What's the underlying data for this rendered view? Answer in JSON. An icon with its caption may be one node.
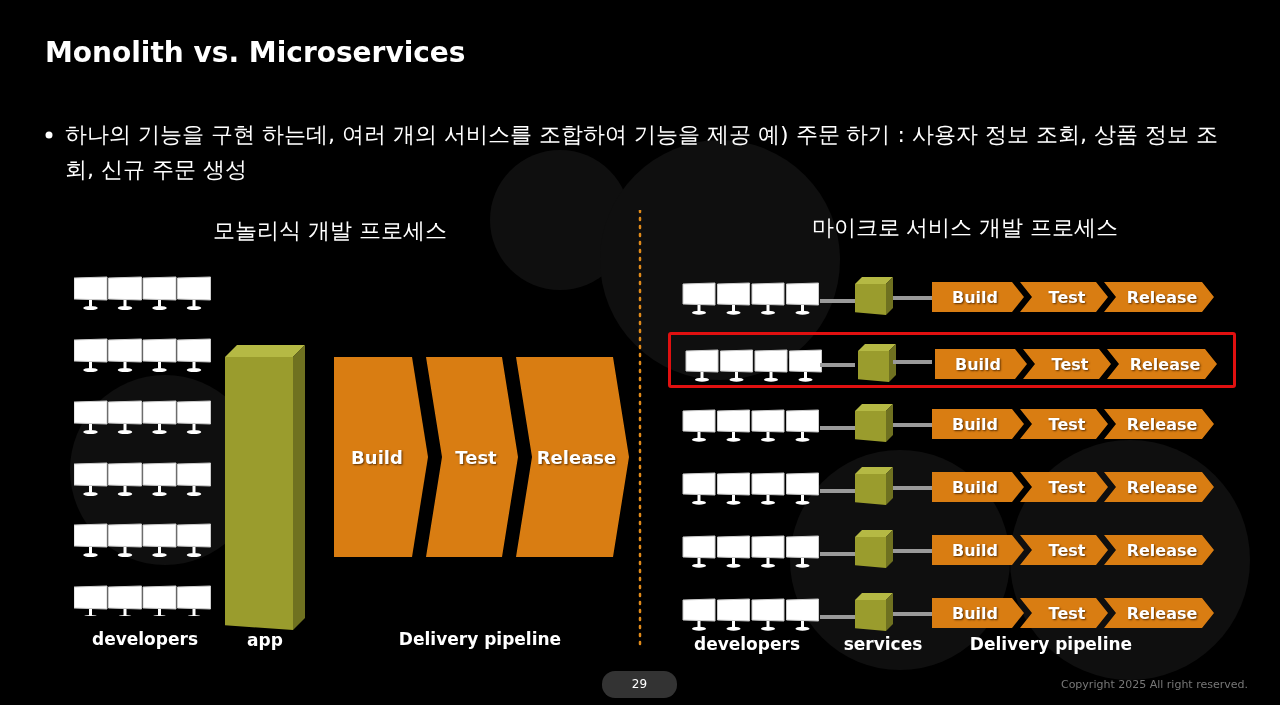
{
  "diagram": {
    "title": "Monolith vs. Microservices",
    "nodes": [
      {
        "text": [],
        "shape": "box",
        "beside": [
          "app"
        ]
      },
      {
        "text": [
          "Build"
        ]
      },
      {
        "text": [
          "Test"
        ]
      },
      {
        "text": [
          "Release"
        ]
      },
      {
        "text": [],
        "shape": "picture"
      },
      {
        "text": [],
        "shape": "box"
      },
      {
        "text": [
          "Build"
        ]
      },
      {
        "text": [
          "Test"
        ]
      },
      {
        "text": [
          "Release"
        ]
      },
      {
        "text": [],
        "shape": "box"
      },
      {
        "text": [],
        "shape": "picture",
        "in": 9
      },
      {
        "text": [],
        "shape": "box",
        "in": 9
      },
      {
        "text": [
          "Build"
        ],
        "in": 9
      },
      {
        "text": [
          "Test"
        ],
        "in": 9
      },
      {
        "text": [
          "Release"
        ],
        "in": 9
      },
      {
        "text": [],
        "shape": "picture"
      },
      {
        "text": [],
        "shape": "box"
      },
      {
        "text": [
          "Build"
        ]
      },
      {
        "text": [
          "Test"
        ]
      },
      {
        "text": [
          "Release"
        ]
      },
      {
        "text": [],
        "shape": "picture"
      },
      {
        "text": [],
        "shape": "box"
      },
      {
        "text": [
          "Build"
        ]
      },
      {
        "text": [
          "Test"
        ]
      },
      {
        "text": [
          "Release"
        ]
      },
      {
        "text": [],
        "shape": "picture"
      },
      {
        "text": [],
        "shape": "box"
      },
      {
        "text": [
          "Build"
        ]
      },
      {
        "text": [
          "Test"
        ]
      },
      {
        "text": [
          "Release"
        ]
      },
      {
        "text": [],
        "shape": "picture"
      },
      {
        "text": [],
        "shape": "box"
      },
      {
        "text": [
          "Build"
        ]
      },
      {
        "text": [
          "Test"
        ]
      },
      {
        "text": [
          "Release"
        ]
      }
    ],
    "edges": [
      {
        "from": 4,
        "to": 5,
        "arrow": "none"
      },
      {
        "from": 5,
        "to": 6,
        "arrow": "none"
      },
      {
        "from": 10,
        "to": 11,
        "arrow": "none"
      },
      {
        "from": 11,
        "to": 12,
        "arrow": "none"
      },
      {
        "from": 15,
        "to": 16,
        "arrow": "none"
      },
      {
        "from": 16,
        "to": 17,
        "arrow": "none"
      },
      {
        "from": 20,
        "to": 21,
        "arrow": "none"
      },
      {
        "from": 21,
        "to": 22,
        "arrow": "none"
      },
      {
        "from": 25,
        "to": 26,
        "arrow": "none"
      },
      {
        "from": 26,
        "to": 27,
        "arrow": "none"
      },
      {
        "from": 30,
        "to": 31,
        "arrow": "none"
      },
      {
        "from": 31,
        "to": 32,
        "arrow": "none"
      }
    ],
    "labels": [
      "하나의 기능을 구현 하는데, 여러 개의 서비스를 조합하여 기능을 제공 예) 주문 하기 : 사용자 정보 조회, 상품 정보 조회, 신규 주문 생성",
      "모놀리식 개발 프로세스",
      "마이크로 서비스 개발 프로세스",
      "developers",
      "Delivery pipeline",
      "developers",
      "services",
      "Delivery pipeline",
      "29",
      "Copyright 2025 All right reserved."
    ]
  }
}
